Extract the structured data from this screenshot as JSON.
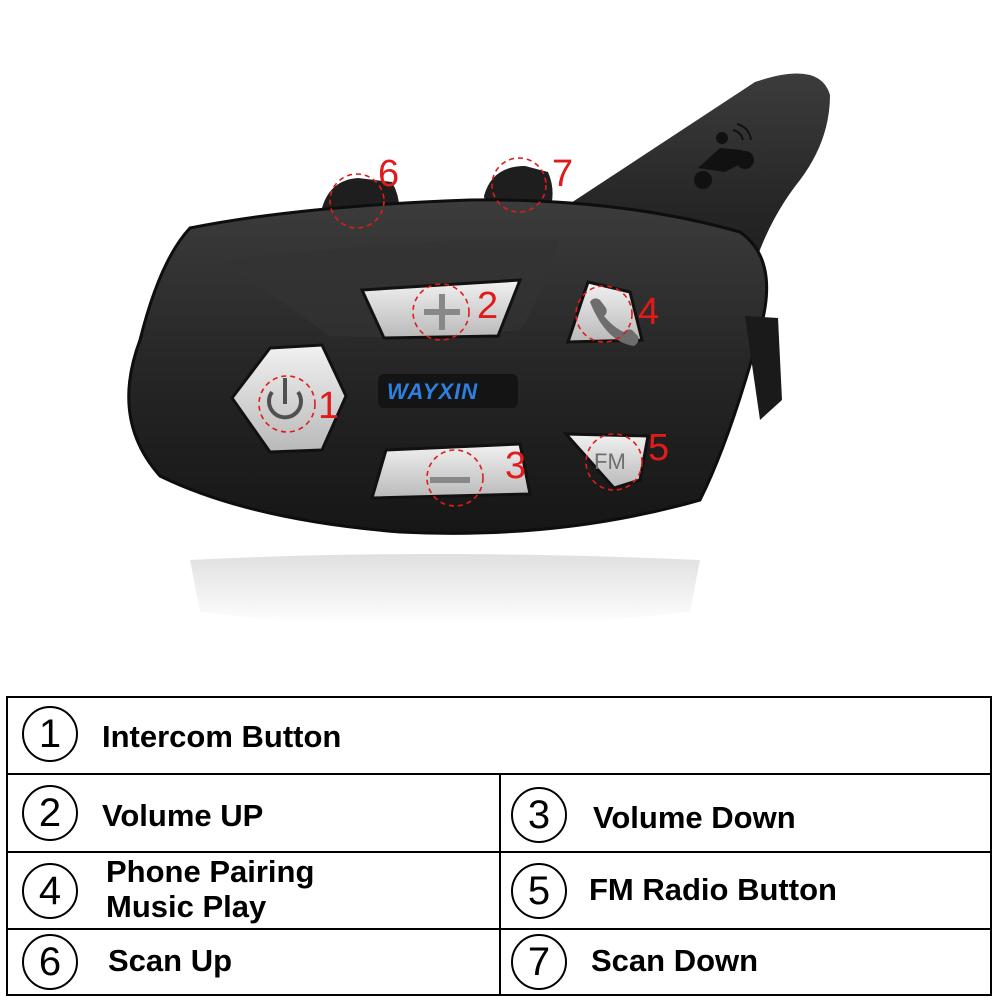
{
  "device": {
    "brand_logo": "WAYXIN",
    "fm_button_text": "FM",
    "accent_color": "#e01b1b",
    "logo_color": "#2f7fe0",
    "callouts": [
      "1",
      "2",
      "3",
      "4",
      "5",
      "6",
      "7"
    ],
    "icons": [
      "power-icon",
      "plus-icon",
      "minus-icon",
      "phone-icon",
      "motorcycle-icon"
    ]
  },
  "legend": {
    "rows": [
      [
        {
          "num": "1",
          "label": "Intercom Button"
        }
      ],
      [
        {
          "num": "2",
          "label": "Volume UP"
        },
        {
          "num": "3",
          "label": "Volume Down"
        }
      ],
      [
        {
          "num": "4",
          "label_line1": "Phone Pairing",
          "label_line2": "Music Play"
        },
        {
          "num": "5",
          "label": "FM Radio Button"
        }
      ],
      [
        {
          "num": "6",
          "label": "Scan Up"
        },
        {
          "num": "7",
          "label": "Scan Down"
        }
      ]
    ]
  }
}
